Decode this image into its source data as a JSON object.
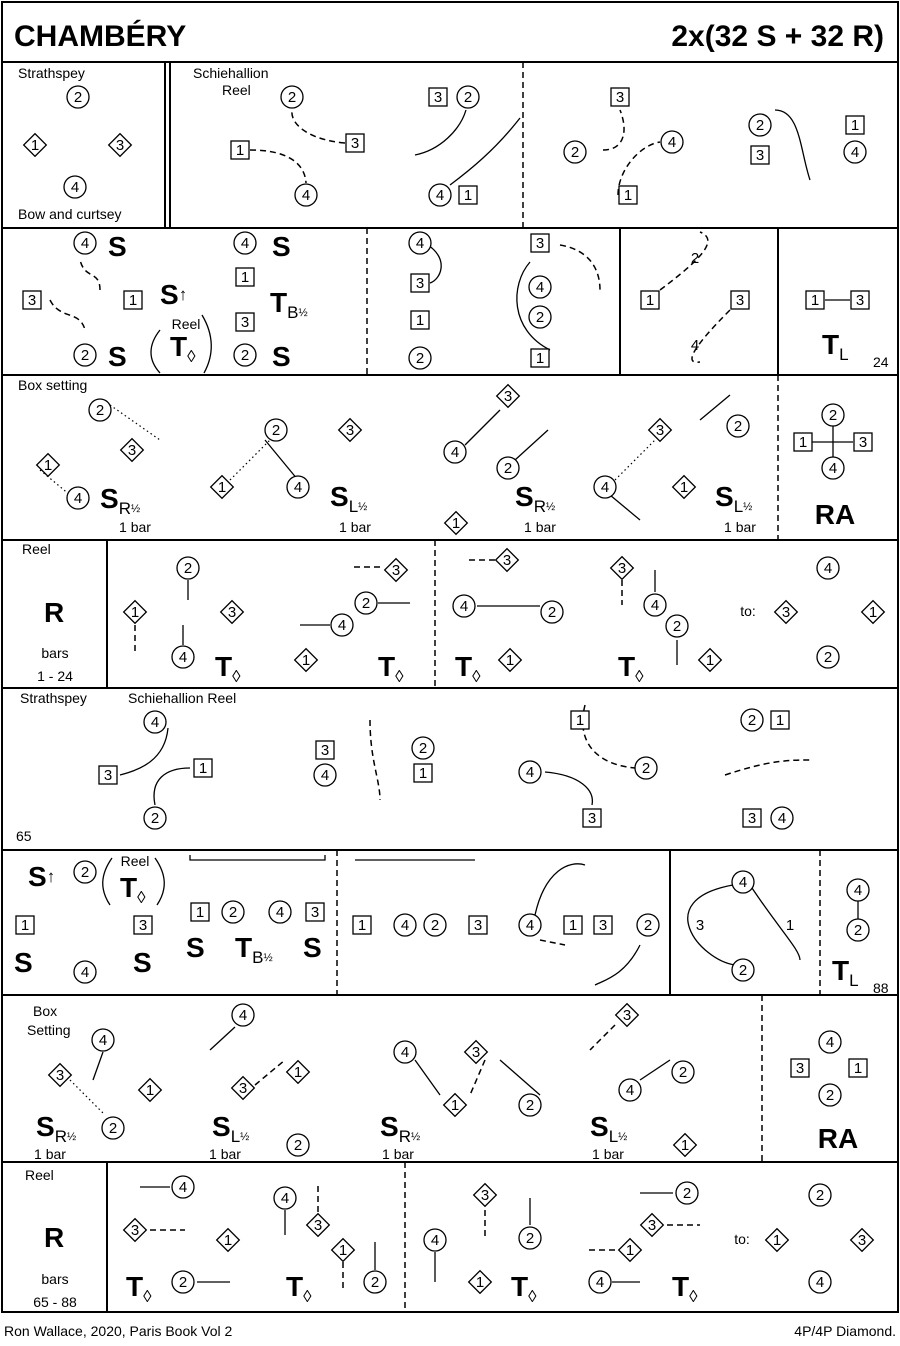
{
  "header": {
    "title": "CHAMBÉRY",
    "formation": "2x(32 S + 32 R)"
  },
  "footer": {
    "credit": "Ron Wallace, 2020, Paris Book Vol 2",
    "set": "4P/4P Diamond."
  },
  "labels": [
    "Strathspey",
    "Schiehallion",
    "Reel",
    "Bow and curtsey",
    "Reel",
    "24",
    "Box setting",
    "1 bar",
    "1 bar",
    "1 bar",
    "1 bar",
    "Reel",
    "bars",
    "1 - 24",
    "to:",
    "Strathspey",
    "Schiehallion Reel",
    "65",
    "Reel",
    "88",
    "Box",
    "Setting",
    "1 bar",
    "1 bar",
    "1 bar",
    "1 bar",
    "Reel",
    "bars",
    "65 - 88",
    "to:"
  ],
  "moves": [
    {
      "m": "S"
    },
    {
      "m": "S"
    },
    {
      "m": "S",
      "sub": "↑"
    },
    {
      "m": "T",
      "sub": "◊"
    },
    {
      "m": "S"
    },
    {
      "m": "S"
    },
    {
      "m": "T",
      "sub": "B",
      "frac": "½"
    },
    {
      "m": "T",
      "sub": "L"
    },
    {
      "m": "S",
      "sub": "R",
      "frac": "½"
    },
    {
      "m": "S",
      "sub": "L",
      "frac": "½"
    },
    {
      "m": "S",
      "sub": "R",
      "frac": "½"
    },
    {
      "m": "S",
      "sub": "L",
      "frac": "½"
    },
    {
      "m": "RA"
    },
    {
      "m": "R"
    },
    {
      "m": "T",
      "sub": "◊"
    },
    {
      "m": "T",
      "sub": "◊"
    },
    {
      "m": "T",
      "sub": "◊"
    },
    {
      "m": "T",
      "sub": "◊"
    },
    {
      "m": "S",
      "sub": "↑"
    },
    {
      "m": "T",
      "sub": "◊"
    },
    {
      "m": "S"
    },
    {
      "m": "S"
    },
    {
      "m": "S"
    },
    {
      "m": "T",
      "sub": "B",
      "frac": "½"
    },
    {
      "m": "S"
    },
    {
      "m": "T",
      "sub": "L"
    },
    {
      "m": "S",
      "sub": "R",
      "frac": "½"
    },
    {
      "m": "S",
      "sub": "L",
      "frac": "½"
    },
    {
      "m": "S",
      "sub": "R",
      "frac": "½"
    },
    {
      "m": "S",
      "sub": "L",
      "frac": "½"
    },
    {
      "m": "RA"
    },
    {
      "m": "R"
    },
    {
      "m": "T",
      "sub": "◊"
    },
    {
      "m": "T",
      "sub": "◊"
    },
    {
      "m": "T",
      "sub": "◊"
    },
    {
      "m": "T",
      "sub": "◊"
    }
  ],
  "dancers": [
    "2",
    "1",
    "3",
    "4",
    "2",
    "1",
    "3",
    "4",
    "3",
    "2",
    "4",
    "1",
    "3",
    "2",
    "4",
    "1",
    "2",
    "3",
    "1",
    "4",
    "4",
    "3",
    "1",
    "2",
    "4",
    "1",
    "3",
    "2",
    "4",
    "3",
    "1",
    "2",
    "3",
    "4",
    "2",
    "1",
    "2",
    "1",
    "3",
    "4",
    "1",
    "3",
    "2",
    "3",
    "1",
    "4",
    "2",
    "3",
    "1",
    "4",
    "3",
    "4",
    "2",
    "1",
    "3",
    "2",
    "4",
    "1",
    "2",
    "1",
    "3",
    "4",
    "2",
    "1",
    "3",
    "4",
    "3",
    "2",
    "4",
    "1",
    "3",
    "4",
    "2",
    "1",
    "3",
    "4",
    "2",
    "1",
    "4",
    "3",
    "1",
    "2",
    "4",
    "3",
    "1",
    "2",
    "3",
    "4",
    "2",
    "1",
    "1",
    "4",
    "2",
    "3",
    "2",
    "1",
    "3",
    "4",
    "2",
    "1",
    "3",
    "4",
    "1",
    "2",
    "4",
    "3",
    "1",
    "4",
    "2",
    "3",
    "4",
    "1",
    "3",
    "2",
    "4",
    "3",
    "1",
    "2",
    "4",
    "2",
    "4",
    "3",
    "1",
    "2",
    "4",
    "3",
    "1",
    "2",
    "4",
    "3",
    "1",
    "2",
    "3",
    "2",
    "4",
    "1",
    "4",
    "3",
    "1",
    "2",
    "4",
    "3",
    "1",
    "2",
    "4",
    "3",
    "1",
    "2",
    "3",
    "4",
    "2",
    "1",
    "2",
    "3",
    "1",
    "4",
    "2",
    "1",
    "3",
    "4"
  ]
}
